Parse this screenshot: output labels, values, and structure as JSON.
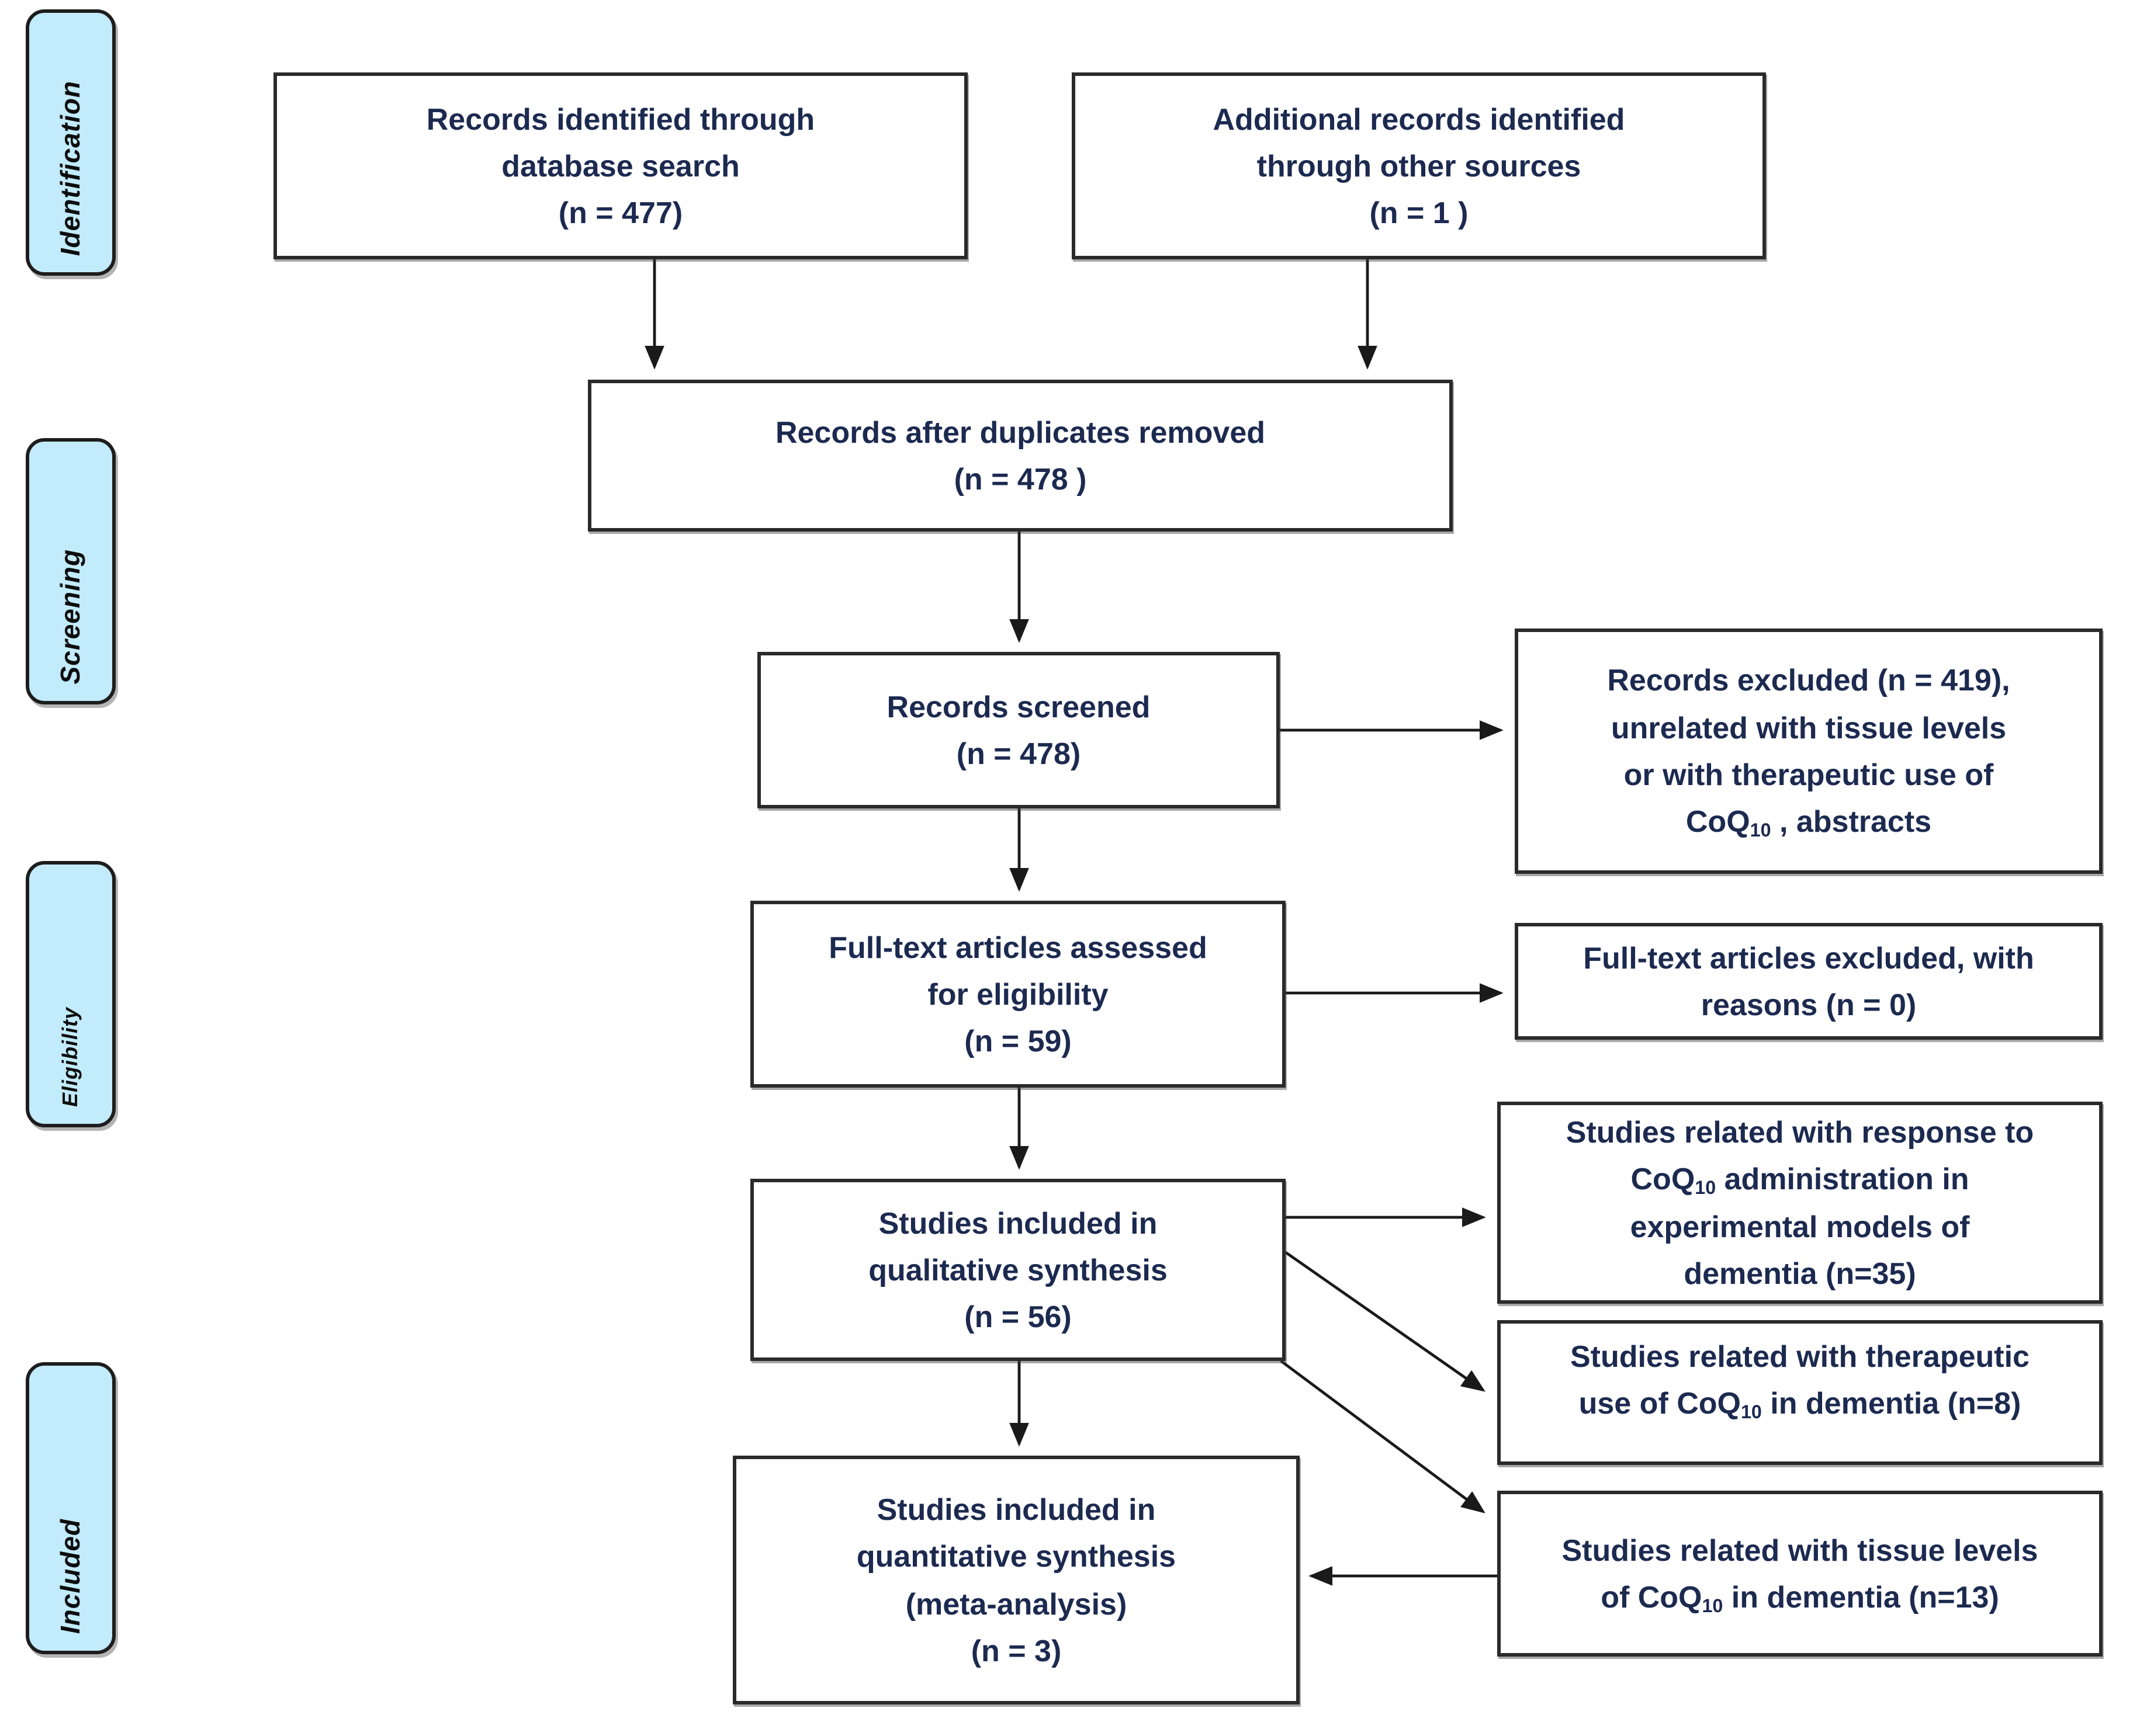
{
  "diagram": {
    "type": "prisma-flow-diagram",
    "colors": {
      "stage_fill": "#c2ebfb",
      "stage_border": "#1d1d1d",
      "box_border": "#2a2a2a",
      "box_text": "#1c2a50",
      "arrow": "#1a1a1a"
    },
    "stages": [
      "Identification",
      "Screening",
      "Eligibility",
      "Included"
    ],
    "boxes": {
      "records_identified": {
        "lines": [
          "Records identified through",
          "database search",
          "(n = 477)"
        ]
      },
      "additional_records": {
        "lines": [
          "Additional records identified",
          "through other sources",
          "(n = 1 )"
        ]
      },
      "duplicates_removed": {
        "lines": [
          "Records after duplicates removed",
          "(n = 478 )"
        ]
      },
      "records_screened": {
        "lines": [
          "Records screened",
          "(n = 478)"
        ]
      },
      "records_excluded": {
        "lines": [
          "Records excluded (n = 419),",
          "unrelated with tissue levels",
          "or with therapeutic use of",
          "CoQ~10~ , abstracts"
        ]
      },
      "fulltext_assessed": {
        "lines": [
          "Full-text articles assessed",
          "for eligibility",
          "(n = 59)"
        ]
      },
      "fulltext_excluded": {
        "lines": [
          "Full-text articles excluded, with",
          "reasons (n = 0)"
        ]
      },
      "qualitative_synthesis": {
        "lines": [
          "Studies included in",
          "qualitative synthesis",
          "(n = 56)"
        ]
      },
      "experimental_models": {
        "lines": [
          "Studies related with  response to",
          "CoQ~10~ administration in",
          "experimental models of",
          "dementia (n=35)"
        ]
      },
      "therapeutic_use": {
        "lines": [
          "Studies related with therapeutic",
          "use of CoQ~10~ in dementia (n=8)"
        ]
      },
      "tissue_levels": {
        "lines": [
          "Studies related with tissue levels",
          "of CoQ~10~ in dementia (n=13)"
        ]
      },
      "quantitative_synthesis": {
        "lines": [
          "Studies included in",
          "quantitative synthesis",
          "(meta-analysis)",
          "(n = 3)"
        ]
      }
    },
    "edges": [
      "records_identified -> duplicates_removed",
      "additional_records -> duplicates_removed",
      "duplicates_removed -> records_screened",
      "records_screened -> records_excluded",
      "records_screened -> fulltext_assessed",
      "fulltext_assessed -> fulltext_excluded",
      "fulltext_assessed -> qualitative_synthesis",
      "qualitative_synthesis -> experimental_models",
      "qualitative_synthesis -> therapeutic_use",
      "qualitative_synthesis -> tissue_levels",
      "qualitative_synthesis -> quantitative_synthesis",
      "tissue_levels -> quantitative_synthesis"
    ]
  }
}
